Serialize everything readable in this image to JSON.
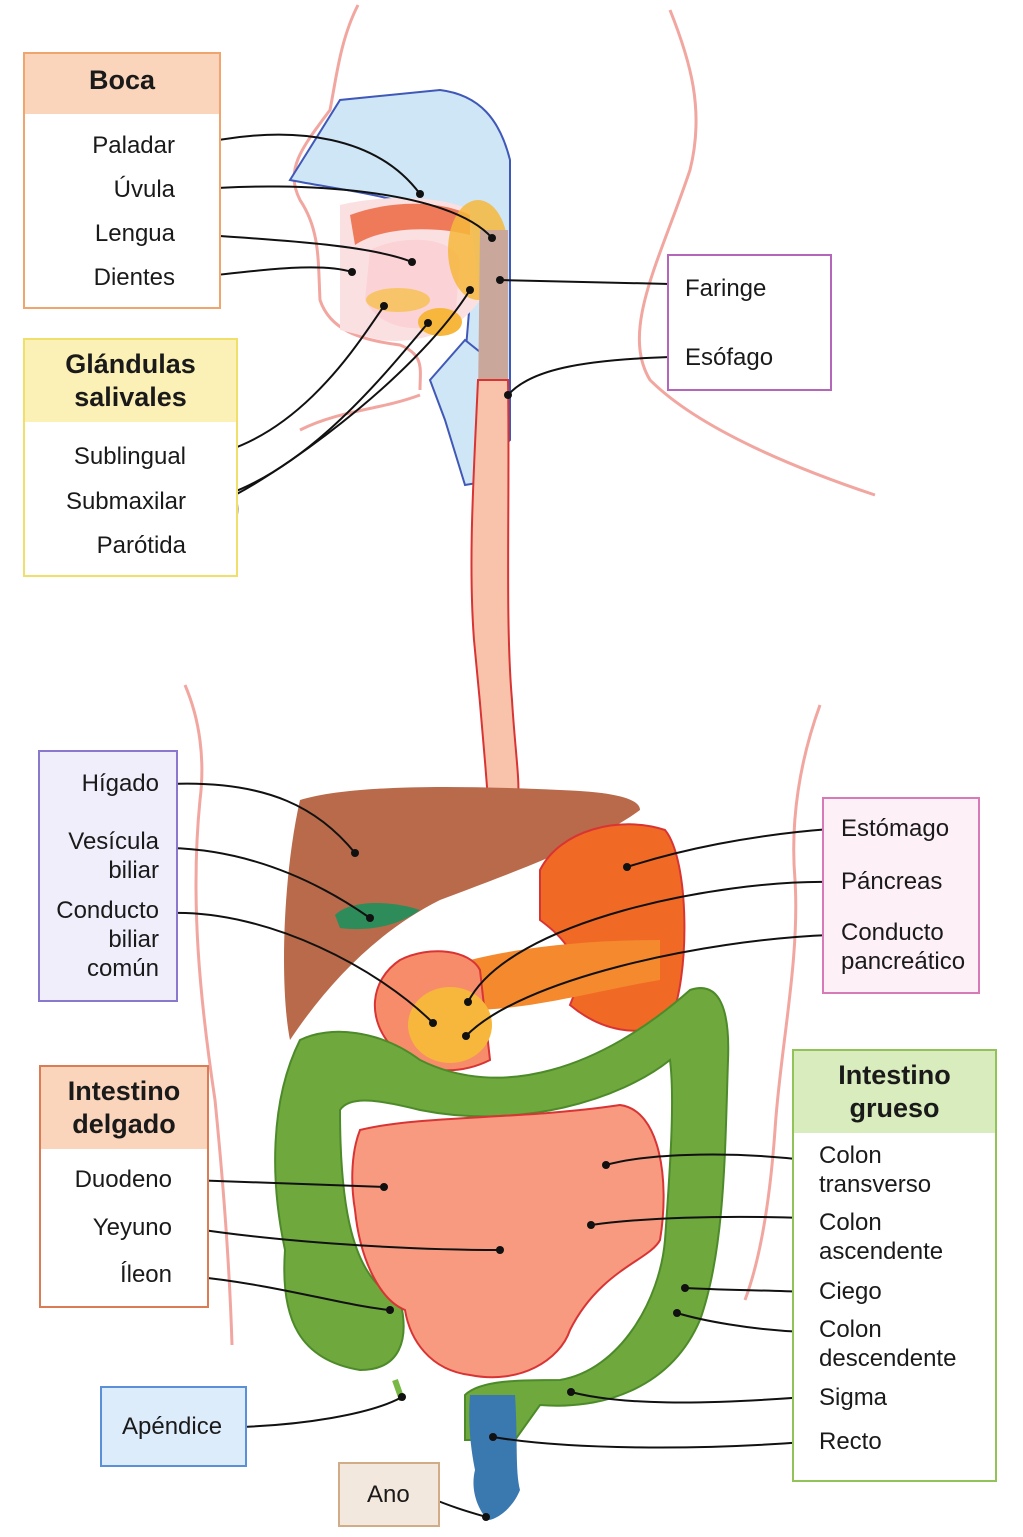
{
  "title": "Aparato digestivo",
  "colors": {
    "boca": "#f0a56e",
    "boca_header": "#fbd5bb",
    "glandulas": "#f1df6c",
    "glandulas_header": "#fbf0b5",
    "faringe": "#b466b8",
    "higado": "#8a78cf",
    "higado_bg": "#f0eefb",
    "estomago": "#d97ab8",
    "estomago_bg": "#fdf0f7",
    "intestino_delgado": "#dc7c55",
    "intestino_delgado_header": "#fbd5bb",
    "intestino_grueso": "#92c358",
    "intestino_grueso_header": "#d9ecbd",
    "apendice": "#5b8fd8",
    "apendice_bg": "#ddecfb",
    "ano": "#d2ab87",
    "ano_bg": "#f3e8dd"
  },
  "groups": {
    "boca": {
      "title": "Boca",
      "items": [
        "Paladar",
        "Úvula",
        "Lengua",
        "Dientes"
      ]
    },
    "glandulas": {
      "title": "Glándulas\nsalivales",
      "items": [
        "Sublingual",
        "Submaxilar",
        "Parótida"
      ]
    },
    "faringe": {
      "items": [
        "Faringe",
        "Esófago"
      ]
    },
    "higado": {
      "items": [
        "Hígado",
        "Vesícula\nbiliar",
        "Conducto\nbiliar\ncomún"
      ]
    },
    "estomago": {
      "items": [
        "Estómago",
        "Páncreas",
        "Conducto\npancreático"
      ]
    },
    "intestino_delgado": {
      "title": "Intestino\ndelgado",
      "items": [
        "Duodeno",
        "Yeyuno",
        "Íleon"
      ]
    },
    "intestino_grueso": {
      "title": "Intestino\ngrueso",
      "items": [
        "Colon\ntransverso",
        "Colon\nascendente",
        "Ciego",
        "Colon\ndescendente",
        "Sigma",
        "Recto"
      ]
    },
    "apendice": {
      "items": [
        "Apéndice"
      ]
    },
    "ano": {
      "items": [
        "Ano"
      ]
    }
  }
}
